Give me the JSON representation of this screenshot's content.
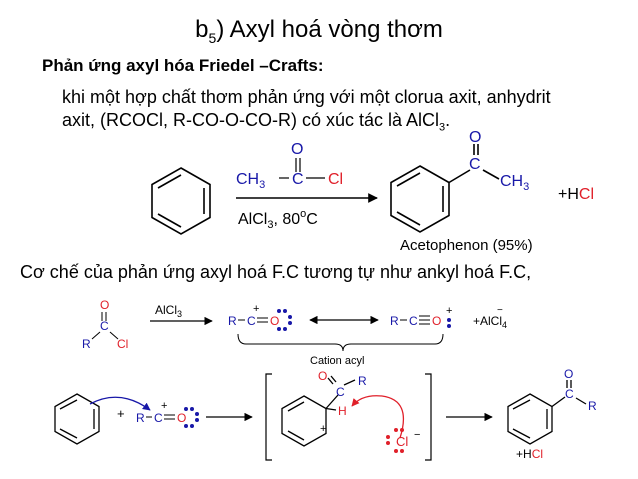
{
  "title": {
    "main": "b",
    "sub": "5",
    "rest": ") Axyl hoá vòng thơm"
  },
  "heading": "Phản ứng axyl hóa Friedel –Crafts:",
  "paragraph": {
    "text": "khi một hợp chất thơm phản ứng với một clorua axit, anhydrit  axit, (RCOCl, R-CO-O-CO-R) có xúc tác là AlCl",
    "sub": "3",
    "end": "."
  },
  "reaction1": {
    "reagent_o": "O",
    "reagent_ch": "CH",
    "reagent_ch_sub": "3",
    "reagent_c": "C",
    "reagent_cl": "Cl",
    "cond_al": "AlCl",
    "cond_al_sub": "3",
    "cond_temp": ", 80",
    "cond_deg": "o",
    "cond_c": "C",
    "prod_o": "O",
    "prod_c": "C",
    "prod_ch": "CH",
    "prod_ch_sub": "3",
    "byprod_plus": "+H",
    "byprod_cl": "Cl",
    "product_name": "Acetophenon (95%)"
  },
  "line2": "Cơ chế của phản ứng axyl hoá F.C tương tự như ankyl hoá F.C,",
  "mechanism": {
    "acyl_o": "O",
    "acyl_c": "C",
    "acyl_r": "R",
    "acyl_cl": "Cl",
    "arrow_label": "AlCl",
    "arrow_label_sub": "3",
    "cat1_r": "R",
    "cat1_c": "C",
    "cat1_o": "O",
    "cat1_plus": "+",
    "cat2_r": "R",
    "cat2_c": "C",
    "cat2_o": "O",
    "cat2_plus": "+",
    "alcl4": "+AlCl",
    "alcl4_sub": "4",
    "alcl4_minus": "−",
    "cation_label": "Cation acyl",
    "step_plus": "+",
    "el_r": "R",
    "el_c": "C",
    "el_o": "O",
    "el_plus": "+",
    "int_o": "O",
    "int_c": "C",
    "int_r": "R",
    "int_h": "H",
    "int_plus": "+",
    "cl_ion": "Cl",
    "cl_minus": "−",
    "fin_o": "O",
    "fin_c": "C",
    "fin_r": "R",
    "fin_plus": "+H",
    "fin_cl": "Cl"
  },
  "colors": {
    "blue": "#1818a8",
    "red": "#e0202a"
  }
}
